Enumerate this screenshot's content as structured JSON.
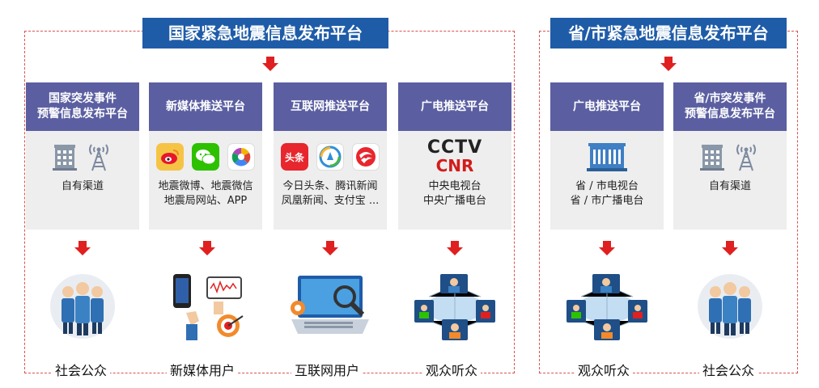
{
  "national": {
    "title": "国家紧急地震信息发布平台",
    "cards": [
      {
        "title_lines": [
          "国家突发事件",
          "预警信息发布平台"
        ],
        "text_lines": [
          "自有渠道"
        ],
        "icons": [
          "building-icon",
          "signal-tower-icon"
        ]
      },
      {
        "title_lines": [
          "新媒体推送平台"
        ],
        "text_lines": [
          "地震微博、地震微信",
          "地震局网站、APP"
        ],
        "icons": [
          "weibo-icon",
          "wechat-icon",
          "app-icon"
        ]
      },
      {
        "title_lines": [
          "互联网推送平台"
        ],
        "text_lines": [
          "今日头条、腾讯新闻",
          "凤凰新闻、支付宝 ..."
        ],
        "icons": [
          "toutiao-icon",
          "tencent-news-icon",
          "phoenix-icon"
        ]
      },
      {
        "title_lines": [
          "广电推送平台"
        ],
        "text_lines": [
          "中央电视台",
          "中央广播电台"
        ],
        "icons": [
          "cctv-logo",
          "cnr-logo"
        ]
      }
    ],
    "logos": {
      "cctv": "CCTV",
      "cnr": "CNR",
      "toutiao": "头条"
    },
    "audiences": [
      "社会公众",
      "新媒体用户",
      "互联网用户",
      "观众听众"
    ]
  },
  "provincial": {
    "title": "省/市紧急地震信息发布平台",
    "cards": [
      {
        "title_lines": [
          "广电推送平台"
        ],
        "text_lines": [
          "省 / 市电视台",
          "省 / 市广播电台"
        ],
        "icons": [
          "broadcast-building-icon"
        ]
      },
      {
        "title_lines": [
          "省/市突发事件",
          "预警信息发布平台"
        ],
        "text_lines": [
          "自有渠道"
        ],
        "icons": [
          "building-icon",
          "signal-tower-icon"
        ]
      }
    ],
    "audiences": [
      "观众听众",
      "社会公众"
    ]
  },
  "colors": {
    "banner": "#1f5ca8",
    "card_header": "#5b5fa1",
    "card_body": "#eeeeee",
    "arrow": "#e02020",
    "dashed_frame": "#d9534f"
  }
}
